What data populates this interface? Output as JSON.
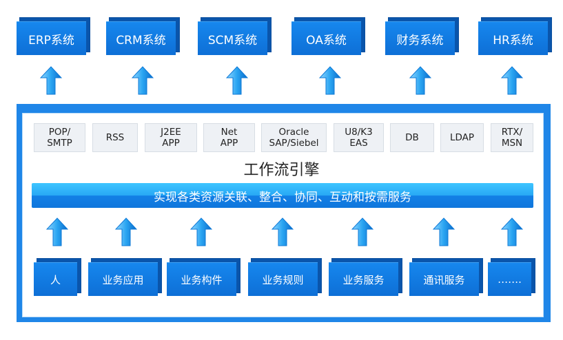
{
  "top_systems": [
    "ERP系统",
    "CRM系统",
    "SCM系统",
    "OA系统",
    "财务系统",
    "HR系统"
  ],
  "protocols": [
    "POP/\nSMTP",
    "RSS",
    "J2EE\nAPP",
    "Net\nAPP",
    "Oracle\nSAP/Siebel",
    "U8/K3\nEAS",
    "DB",
    "LDAP",
    "RTX/\nMSN"
  ],
  "engine_title": "工作流引擎",
  "service_bar": "实现各类资源关联、整合、协同、互动和按需服务",
  "bottom_items": [
    "人",
    "业务应用",
    "业务构件",
    "业务规则",
    "业务服务",
    "通讯服务",
    "……."
  ],
  "colors": {
    "primary_blue": "#1687ee",
    "box_side": "#0a55ab",
    "bar_light": "#3ec5ff",
    "arrow_blue": "#2aa5f2",
    "protocol_bg": "#eef1f5"
  }
}
